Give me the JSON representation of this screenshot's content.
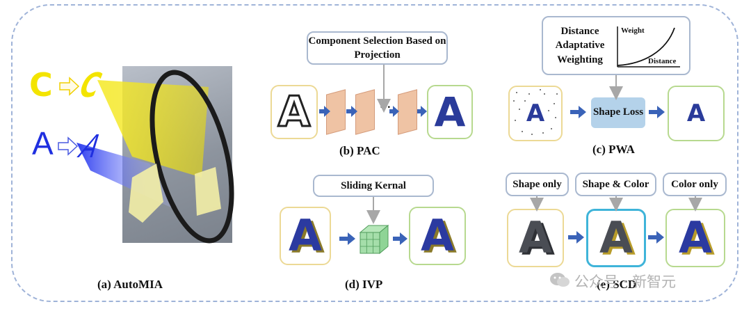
{
  "captions": {
    "a": "(a)  AutoMIA",
    "b": "(b)  PAC",
    "c": "(c)  PWA",
    "d": "(d)  IVP",
    "e": "(e)  SCD"
  },
  "callouts": {
    "component_selection": "Component Selection Based on Projection",
    "distance_weighting": "Distance Adaptative Weighting",
    "sliding_kernal": "Sliding Kernal",
    "shape_only": "Shape only",
    "shape_color": "Shape & Color",
    "color_only": "Color only"
  },
  "shape_loss": "Shape Loss",
  "curve_graph": {
    "y_label": "Weight",
    "x_label": "Distance"
  },
  "glyphs": {
    "letter_a": "A",
    "letter_c": "C"
  },
  "ellipsis": "···",
  "watermark": "公众号 · 新智元",
  "colors": {
    "frame": "#9fb3d8",
    "letter_blue": "#2a3b9a",
    "projection_yellow": "#f0e000",
    "projection_blue": "#1f2fe0",
    "yellow_box": "#ecd995",
    "green_box": "#b7d98f",
    "cyan_box": "#3fb4d9",
    "arrow_blue": "#3a63b8",
    "loss_box": "#b4d2ea"
  }
}
